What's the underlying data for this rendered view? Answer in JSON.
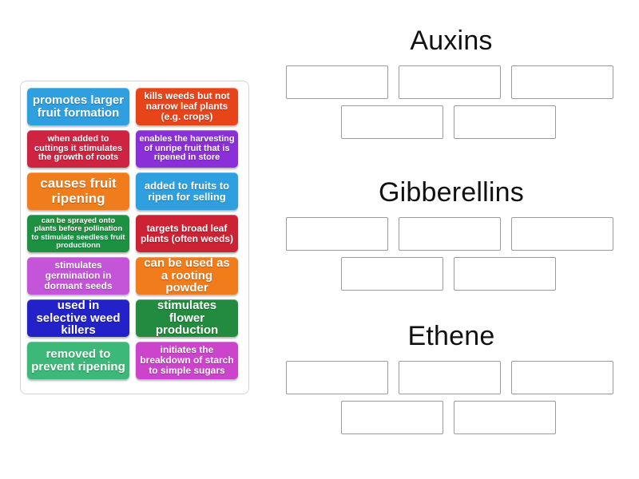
{
  "activity": {
    "type": "group-sort",
    "tray": {
      "name": "answer-tile-tray",
      "tiles": [
        {
          "id": "tile-1",
          "text": "promotes larger fruit formation",
          "color": "#2e9fdf",
          "size": "fs-15"
        },
        {
          "id": "tile-2",
          "text": "kills weeds but not narrow leaf plants (e.g. crops)",
          "color": "#e8441a",
          "size": "fs-12"
        },
        {
          "id": "tile-3",
          "text": "when added to cuttings it stimulates the growth of roots",
          "color": "#cf2342",
          "size": "fs-11"
        },
        {
          "id": "tile-4",
          "text": "enables the harvesting of unripe fruit that is ripened in store",
          "color": "#8b2fd8",
          "size": "fs-11"
        },
        {
          "id": "tile-5",
          "text": "causes fruit ripening",
          "color": "#f07c1b",
          "size": "fs-17"
        },
        {
          "id": "tile-6",
          "text": "added to fruits to ripen for selling",
          "color": "#2e9fdf",
          "size": "fs-13"
        },
        {
          "id": "tile-7",
          "text": "can be sprayed onto plants before pollination to stimulate seedless fruit productionn",
          "color": "#1d9141",
          "size": "fs-10"
        },
        {
          "id": "tile-8",
          "text": "targets broad leaf plants (often weeds)",
          "color": "#cc2233",
          "size": "fs-12"
        },
        {
          "id": "tile-9",
          "text": "stimulates germination in dormant seeds",
          "color": "#c455d8",
          "size": "fs-12"
        },
        {
          "id": "tile-10",
          "text": "can be used as a rooting powder",
          "color": "#f07c1b",
          "size": "fs-15"
        },
        {
          "id": "tile-11",
          "text": "used in selective weed killers",
          "color": "#2222c8",
          "size": "fs-15"
        },
        {
          "id": "tile-12",
          "text": "stimulates flower production",
          "color": "#228b3f",
          "size": "fs-15"
        },
        {
          "id": "tile-13",
          "text": "removed to prevent ripening",
          "color": "#3cb878",
          "size": "fs-15"
        },
        {
          "id": "tile-14",
          "text": "initiates the breakdown of starch to simple sugars",
          "color": "#cc44cc",
          "size": "fs-12"
        }
      ]
    },
    "categories": [
      {
        "id": "auxins",
        "title": "Auxins",
        "rows": [
          [
            {
              "value": ""
            },
            {
              "value": ""
            },
            {
              "value": ""
            }
          ],
          [
            {
              "value": ""
            },
            {
              "value": ""
            }
          ]
        ]
      },
      {
        "id": "gibberellins",
        "title": "Gibberellins",
        "rows": [
          [
            {
              "value": ""
            },
            {
              "value": ""
            },
            {
              "value": ""
            }
          ],
          [
            {
              "value": ""
            },
            {
              "value": ""
            }
          ]
        ]
      },
      {
        "id": "ethene",
        "title": "Ethene",
        "rows": [
          [
            {
              "value": ""
            },
            {
              "value": ""
            },
            {
              "value": ""
            }
          ],
          [
            {
              "value": ""
            },
            {
              "value": ""
            }
          ]
        ]
      }
    ],
    "colors": {
      "tray_border": "#d5d5d5",
      "slot_border": "#9b9b9b",
      "background": "#ffffff",
      "title_text": "#111111"
    }
  }
}
